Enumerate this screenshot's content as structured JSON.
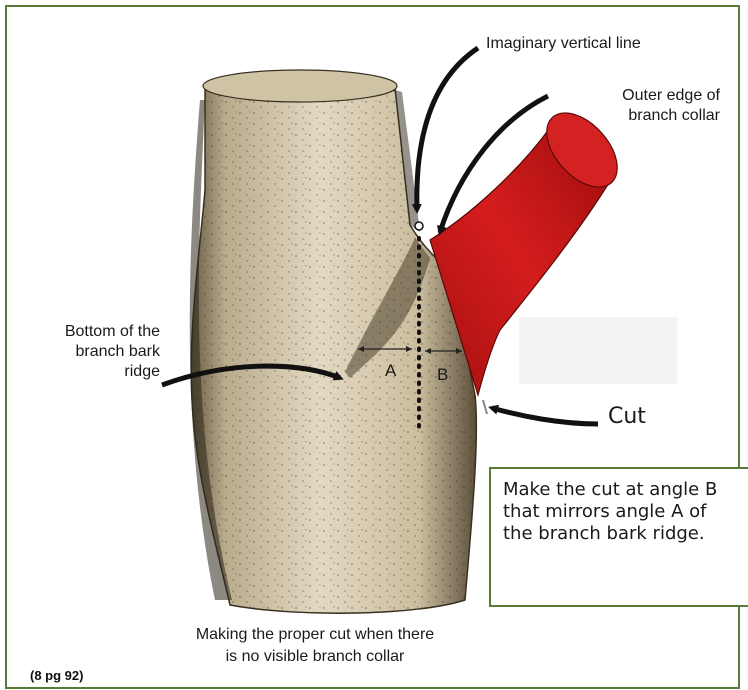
{
  "labels": {
    "imaginary_line": "Imaginary vertical line",
    "outer_edge_line1": "Outer edge of",
    "outer_edge_line2": "branch collar",
    "bottom_line1": "Bottom of the",
    "bottom_line2": "branch bark",
    "bottom_line3": "ridge",
    "cut": "Cut",
    "angle_a": "A",
    "angle_b": "B"
  },
  "caption": {
    "line1": "Making the proper cut when there",
    "line2": "is no visible branch collar"
  },
  "source": "(8 pg 92)",
  "callout": "Make the cut at angle B that mirrors angle A of the branch bark ridge.",
  "colors": {
    "frame_border": "#5a7a3a",
    "trunk": "#d8ccb0",
    "branch": "#c81818"
  }
}
